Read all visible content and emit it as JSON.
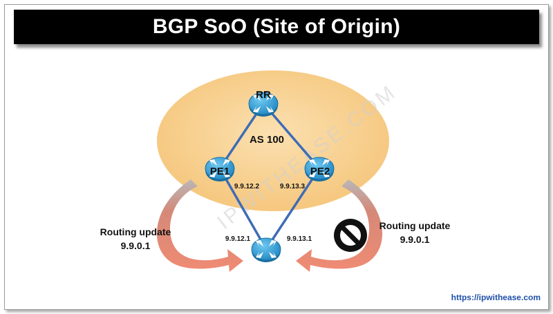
{
  "title": "BGP SoO (Site of Origin)",
  "watermark": "IPWITHEASE.COM",
  "footer_url": "https://ipwithease.com",
  "as_label": "AS 100",
  "routers": {
    "rr": "RR",
    "pe1": "PE1",
    "pe2": "PE2"
  },
  "links": {
    "pe1_ip": "9.9.12.2",
    "pe2_ip": "9.9.13.3",
    "ce_left_ip": "9.9.12.1",
    "ce_right_ip": "9.9.13.1"
  },
  "updates": {
    "left_title": "Routing update",
    "left_prefix": "9.9.0.1",
    "right_title": "Routing update",
    "right_prefix": "9.9.0.1"
  },
  "colors": {
    "ellipse": "#f8cf8c",
    "router": "#2d9fd6",
    "link": "#3e6cb6",
    "arrow": "#e67f6e",
    "title_bg": "#000000"
  }
}
